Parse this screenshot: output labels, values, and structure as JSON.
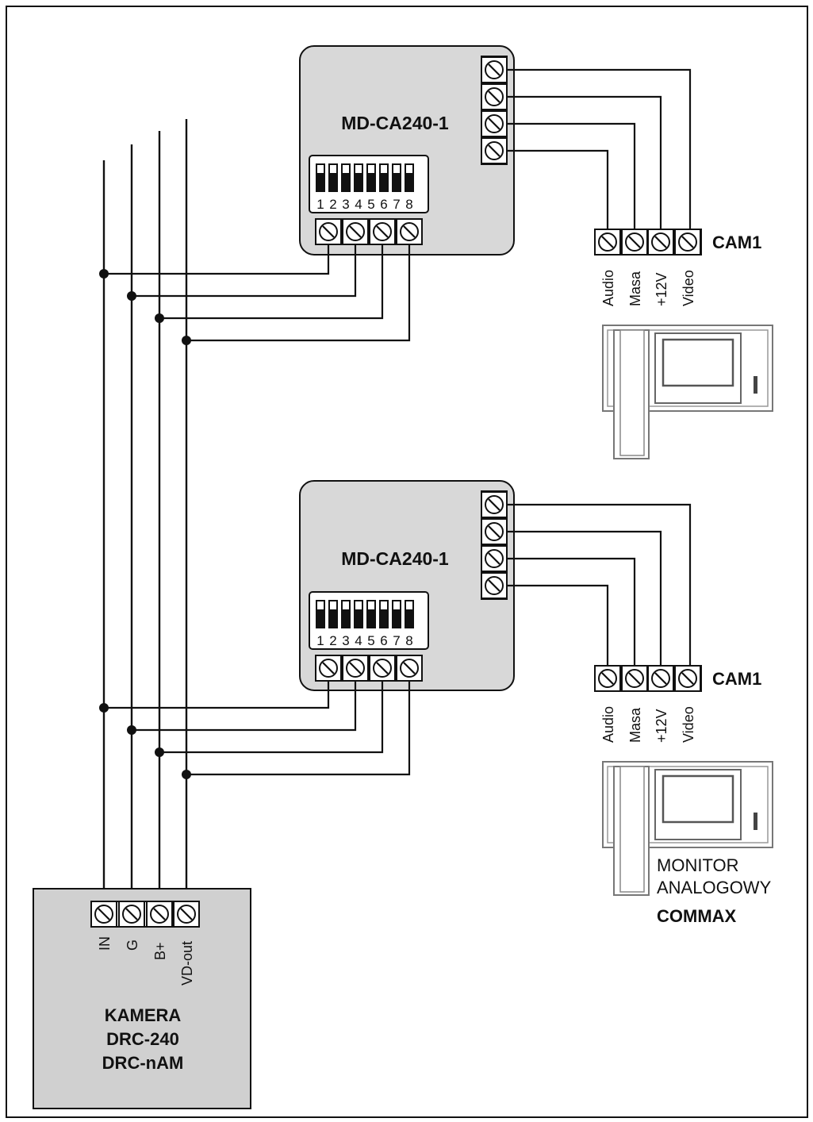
{
  "modules": [
    {
      "label": "MD-CA240-1",
      "dip_numbers": [
        "1",
        "2",
        "3",
        "4",
        "5",
        "6",
        "7",
        "8"
      ]
    },
    {
      "label": "MD-CA240-1",
      "dip_numbers": [
        "1",
        "2",
        "3",
        "4",
        "5",
        "6",
        "7",
        "8"
      ]
    }
  ],
  "cam_blocks": [
    {
      "label": "CAM1",
      "pins": [
        "Audio",
        "Masa",
        "+12V",
        "Video"
      ]
    },
    {
      "label": "CAM1",
      "pins": [
        "Audio",
        "Masa",
        "+12V",
        "Video"
      ]
    }
  ],
  "monitor": {
    "line1": "MONITOR",
    "line2": "ANALOGOWY",
    "brand": "COMMAX"
  },
  "camera": {
    "pins": [
      "IN",
      "G",
      "B+",
      "VD-out"
    ],
    "line1": "KAMERA",
    "line2": "DRC-240",
    "line3": "DRC-nAM"
  },
  "icons": {
    "terminal": "screw-terminal-icon",
    "junction": "junction-dot-icon",
    "monitor": "intercom-monitor-icon",
    "dip": "dip-switch-icon"
  },
  "colors": {
    "box_fill": "#d8d8d8",
    "camera_fill": "#d0d0d0",
    "line": "#111111",
    "monitor_stroke": "#666666"
  }
}
